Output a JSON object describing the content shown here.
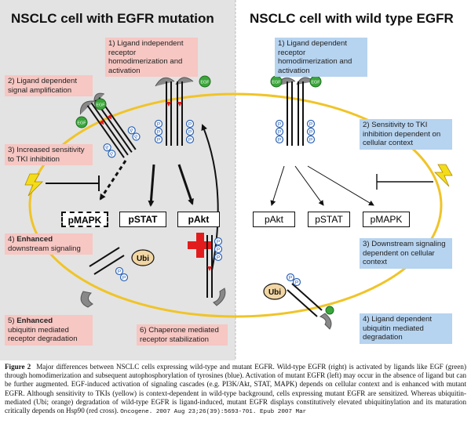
{
  "titles": {
    "left": "NSCLC cell with EGFR mutation",
    "right": "NSCLC cell with wild type EGFR"
  },
  "left_boxes": {
    "b1": "1) Ligand independent receptor homodimerization and activation",
    "b2": "2) Ligand dependent signal amplification",
    "b3": "3) Increased sensitivity to TKI inhibition",
    "b4_num": "4) ",
    "b4_bold": "Enhanced",
    "b4_rest": "downstream signaling",
    "b5_num": "5) ",
    "b5_bold": "Enhanced",
    "b5_rest": "ubiquitin mediated receptor degradation",
    "b6": "6) Chaperone mediated receptor stabilization"
  },
  "right_boxes": {
    "b1": "1) Ligand dependent receptor homodimerization and activation",
    "b2": "2) Sensitivity to TKI inhibition dependent on cellular context",
    "b3": "3) Downstream signaling dependent on cellular context",
    "b4": "4) Ligand dependent ubiquitin mediated degradation"
  },
  "signals_left": [
    "pMAPK",
    "pSTAT",
    "pAkt"
  ],
  "signals_right": [
    "pAkt",
    "pSTAT",
    "pMAPK"
  ],
  "labels": {
    "egf": "EGF",
    "phospho": "P",
    "ubi": "Ubi"
  },
  "caption": {
    "label": "Figure 2",
    "text": "Major differences between NSCLC cells expressing wild-type and mutant EGFR. Wild-type EGFR (right) is activated by ligands like EGF (green) through homodimerization and subsequent autophosphorylation of tyrosines (blue). Activation of mutant EGFR (left) may occur in the absence of ligand but can be further augmented. EGF-induced activation of signaling cascades (e.g. PI3K/Akt, STAT, MAPK) depends on cellular context and is enhanced with mutant EGFR. Although sensitivity to TKIs (yellow) is context-dependent in wild-type background, cells expressing mutant EGFR are sensitized. Whereas ubiquitin-mediated (Ubi; orange) degradation of wild-type EGFR is ligand-induced, mutant EGFR displays constitutively elevated ubiquitinylation and its maturation critically depends on Hsp90 (red cross).",
    "citation": "Oncogene. 2007 Aug 23;26(39):5693-701. Epub 2007 Mar"
  },
  "colors": {
    "left_panel_bg": "#e3e3e3",
    "cell_membrane": "#f0c428",
    "egf": "#3aa63a",
    "phospho": "#2d64b8",
    "ubi": "#f2d6a3",
    "hsp90_cross": "#e21c1c",
    "pink_box": "#f6c7c3",
    "blue_box": "#b6d3ef"
  }
}
